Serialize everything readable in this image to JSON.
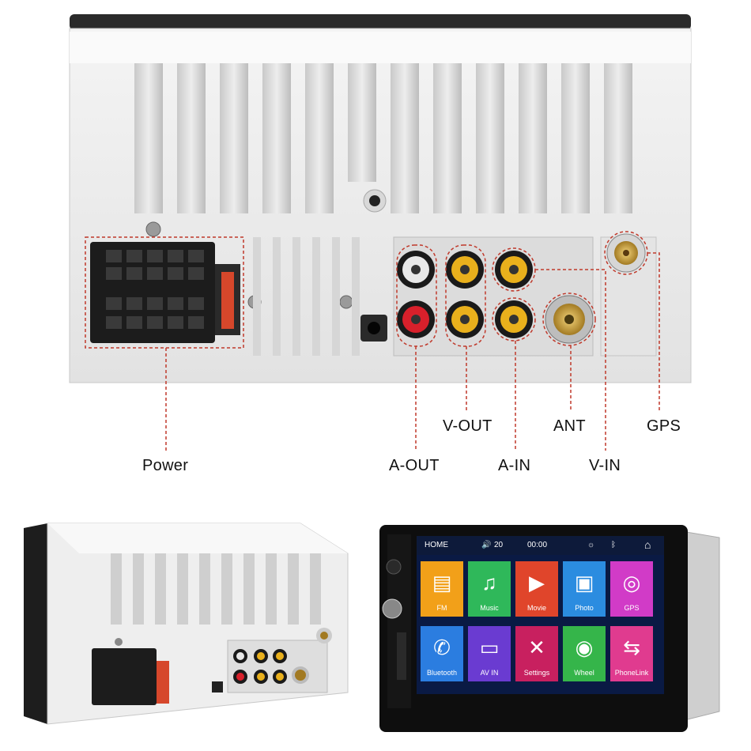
{
  "labels": {
    "power": "Power",
    "a_out": "A-OUT",
    "v_out": "V-OUT",
    "a_in": "A-IN",
    "ant": "ANT",
    "v_in": "V-IN",
    "gps": "GPS"
  },
  "screen": {
    "status": {
      "home": "HOME",
      "volume": "20",
      "time": "00:00"
    },
    "apps": [
      {
        "label": "FM",
        "color": "#f2a019",
        "icon": "radio-icon"
      },
      {
        "label": "Music",
        "color": "#2fb85a",
        "icon": "headphones-icon"
      },
      {
        "label": "Movie",
        "color": "#e0452b",
        "icon": "video-camera-icon"
      },
      {
        "label": "Photo",
        "color": "#2b8ce0",
        "icon": "photo-icon"
      },
      {
        "label": "GPS",
        "color": "#d13bc7",
        "icon": "satellite-icon"
      },
      {
        "label": "Bluetooth",
        "color": "#2b7de0",
        "icon": "phone-bluetooth-icon"
      },
      {
        "label": "AV IN",
        "color": "#6a3bd1",
        "icon": "monitor-icon"
      },
      {
        "label": "Settings",
        "color": "#c8205f",
        "icon": "tools-icon"
      },
      {
        "label": "Wheel",
        "color": "#35b54a",
        "icon": "steering-wheel-icon"
      },
      {
        "label": "PhoneLink",
        "color": "#e03b8f",
        "icon": "phone-link-icon"
      }
    ]
  },
  "colors": {
    "callout": "#c0392b",
    "rca_red": "#d8202b",
    "rca_yellow": "#e9b01c",
    "rca_white": "#e8e8e8"
  }
}
